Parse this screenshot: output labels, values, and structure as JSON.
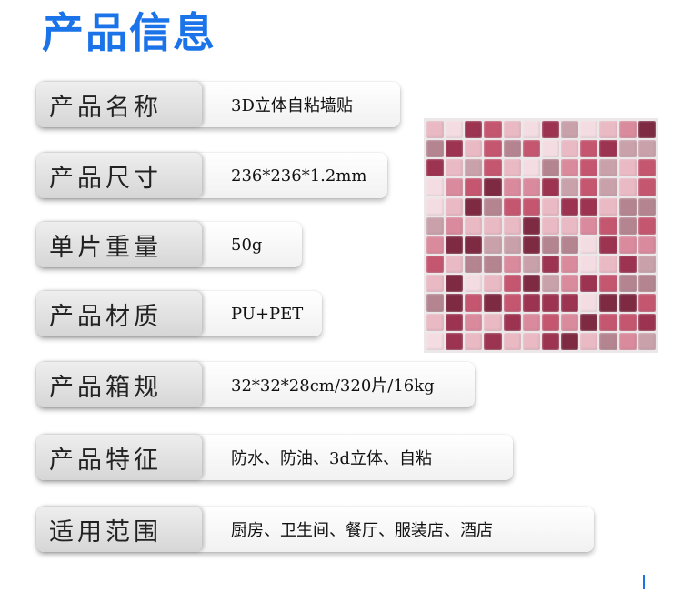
{
  "header": {
    "title": "产品信息"
  },
  "rows": [
    {
      "label": "产品名称",
      "value": "3D立体自粘墙贴"
    },
    {
      "label": "产品尺寸",
      "value": "236*236*1.2mm"
    },
    {
      "label": "单片重量",
      "value": "50g"
    },
    {
      "label": "产品材质",
      "value": "PU+PET"
    },
    {
      "label": "产品箱规",
      "value": "32*32*28cm/320片/16kg"
    },
    {
      "label": "产品特征",
      "value": "防水、防油、3d立体、自粘"
    },
    {
      "label": "适用范围",
      "value": "厨房、卫生间、餐厅、服装店、酒店"
    }
  ],
  "mosaic_colors": [
    "#9c3350",
    "#c4566f",
    "#d98a9c",
    "#e9b9c4",
    "#f3dde2",
    "#b48591",
    "#7e2a42",
    "#c9a1ab"
  ],
  "accent_color": "#1a73e8"
}
